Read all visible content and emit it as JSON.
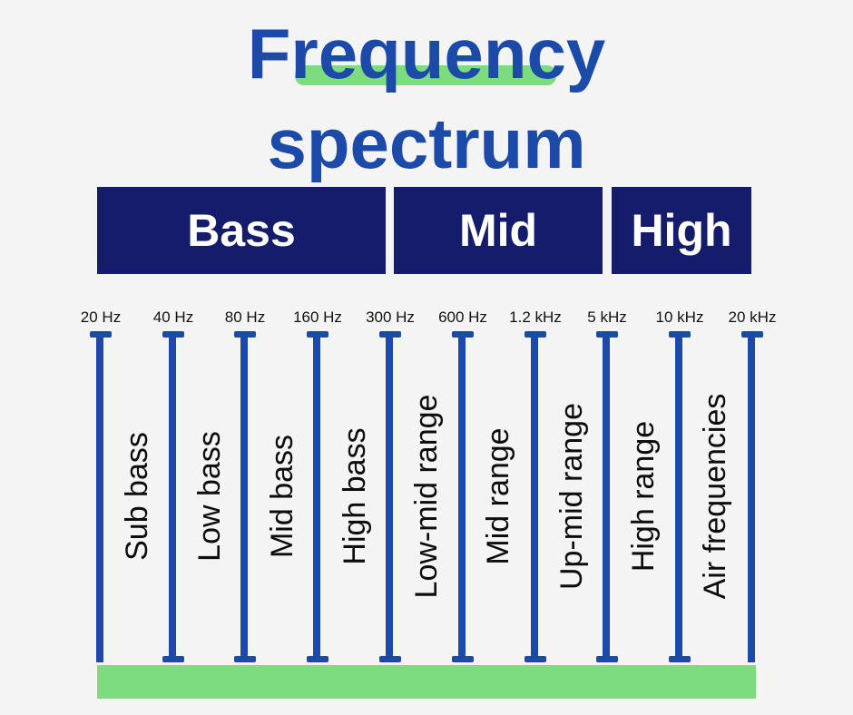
{
  "title": {
    "line1": "Frequency",
    "line2": "spectrum"
  },
  "bands": [
    "Bass",
    "Mid",
    "High"
  ],
  "frequencies": [
    "20 Hz",
    "40 Hz",
    "80 Hz",
    "160 Hz",
    "300 Hz",
    "600 Hz",
    "1.2 kHz",
    "5 kHz",
    "10 kHz",
    "20 kHz"
  ],
  "segments": [
    "Sub bass",
    "Low bass",
    "Mid bass",
    "High bass",
    "Low-mid range",
    "Mid range",
    "Up-mid range",
    "High range",
    "Air frequencies"
  ],
  "colors": {
    "title": "#1c4aa8",
    "band_fill": "#141c6b",
    "band_text": "#ffffff",
    "marker": "#1c4aa8",
    "accent_green": "#7ddc7f",
    "background": "#f4f4f4"
  }
}
